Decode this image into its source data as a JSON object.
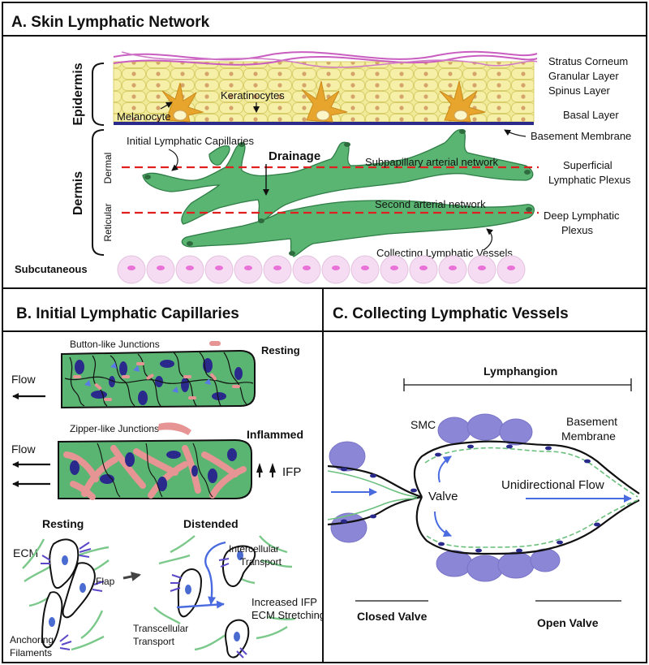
{
  "panel_a": {
    "title": "A. Skin Lymphatic Network",
    "side_labels": {
      "epidermis": "Epidermis",
      "dermis": "Dermis",
      "dermal": "Dermal",
      "reticular": "Reticular",
      "subcutaneous": "Subcutaneous"
    },
    "layers": [
      "Stratus Corneum",
      "Granular Layer",
      "Spinus Layer",
      "Basal Layer",
      "Basement Membrane",
      "Superficial",
      "Lymphatic Plexus",
      "Deep Lymphatic",
      "Plexus"
    ],
    "labels": {
      "melanocyte": "Melanocyte",
      "keratinocytes": "Keratinocytes",
      "initial_capillaries": "Initial Lymphatic Capillaries",
      "drainage": "Drainage",
      "subpapillary": "Subpapillary arterial network",
      "second_arterial": "Second arterial network",
      "collecting": "Collecting Lymphatic Vessels"
    }
  },
  "panel_b": {
    "title": "B. Initial Lymphatic Capillaries",
    "button_junctions": "Button-like Junctions",
    "resting": "Resting",
    "flow": "Flow",
    "zipper_junctions": "Zipper-like Junctions",
    "inflammed": "Inflammed",
    "ifp": "IFP",
    "resting2": "Resting",
    "distended": "Distended",
    "ecm": "ECM",
    "flap": "Flap",
    "anchoring1": "Anchoring",
    "anchoring2": "Filaments",
    "intercellular1": "Intercellular",
    "intercellular2": "Transport",
    "increased_ifp": "Increased IFP",
    "ecm_stretching": "ECM Stretching",
    "transcellular1": "Transcellular",
    "transcellular2": "Transport"
  },
  "panel_c": {
    "title": "C. Collecting  Lymphatic Vessels",
    "lymphangion": "Lymphangion",
    "smc": "SMC",
    "basement1": "Basement",
    "basement2": "Membrane",
    "valve": "Valve",
    "unidirectional": "Unidirectional Flow",
    "closed_valve": "Closed Valve",
    "open_valve": "Open Valve"
  },
  "colors": {
    "vessel_green": "#5bb572",
    "epidermis_yellow": "#f3ec9c",
    "nucleus_blue": "#2a2a8c",
    "junction_pink": "#e69494",
    "smc_purple": "#8c86d6",
    "artery_red": "#e02020",
    "arrow_blue": "#4a6be0"
  }
}
